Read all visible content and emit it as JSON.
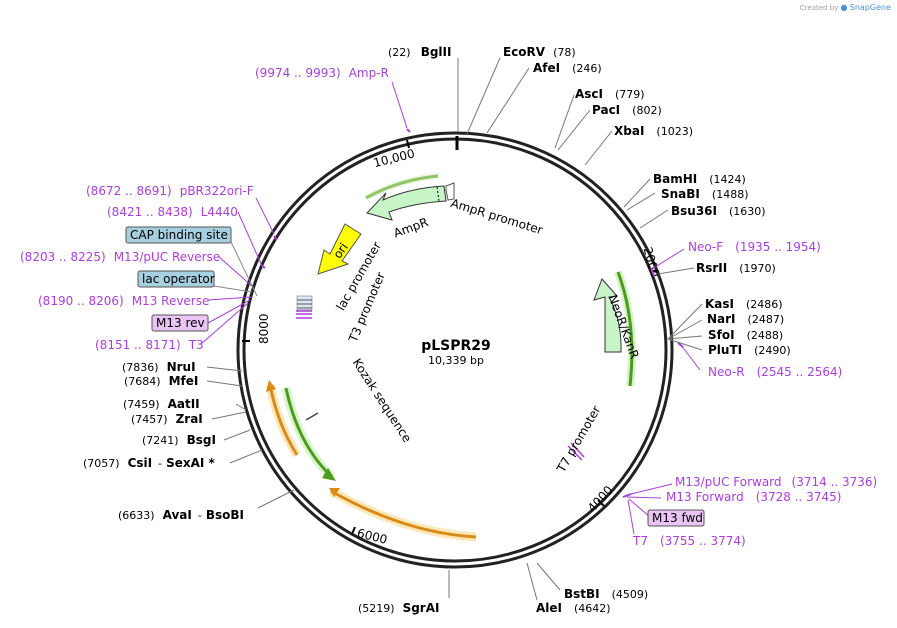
{
  "brand": {
    "prefix": "Created by",
    "name": "SnapGene"
  },
  "map": {
    "name": "pLSPR29",
    "length_label": "10,339 bp"
  },
  "ticks": [
    "10,000",
    "2000",
    "4000",
    "6000",
    "8000"
  ],
  "enzymes": [
    {
      "pos": "(22)",
      "name": "BglII"
    },
    {
      "pos": "(78)",
      "name": "EcoRV"
    },
    {
      "pos": "(246)",
      "name": "AfeI"
    },
    {
      "pos": "(779)",
      "name": "AscI"
    },
    {
      "pos": "(802)",
      "name": "PacI"
    },
    {
      "pos": "(1023)",
      "name": "XbaI"
    },
    {
      "pos": "(1424)",
      "name": "BamHI"
    },
    {
      "pos": "(1488)",
      "name": "SnaBI"
    },
    {
      "pos": "(1630)",
      "name": "Bsu36I"
    },
    {
      "pos": "(1970)",
      "name": "RsrII"
    },
    {
      "pos": "(2486)",
      "name": "KasI"
    },
    {
      "pos": "(2487)",
      "name": "NarI"
    },
    {
      "pos": "(2488)",
      "name": "SfoI"
    },
    {
      "pos": "(2490)",
      "name": "PluTI"
    },
    {
      "pos": "(4509)",
      "name": "BstBI"
    },
    {
      "pos": "(4642)",
      "name": "AleI"
    },
    {
      "pos": "(5219)",
      "name": "SgrAI"
    },
    {
      "pos": "(6633)",
      "name": "AvaI",
      "extra": "BsoBI"
    },
    {
      "pos": "(7057)",
      "name": "CsiI",
      "extra": "SexAI *"
    },
    {
      "pos": "(7241)",
      "name": "BsgI"
    },
    {
      "pos": "(7457)",
      "name": "ZraI"
    },
    {
      "pos": "(7459)",
      "name": "AatII"
    },
    {
      "pos": "(7684)",
      "name": "MfeI"
    },
    {
      "pos": "(7836)",
      "name": "NruI"
    }
  ],
  "primers": [
    {
      "range": "(9974 .. 9993)",
      "name": "Amp-R"
    },
    {
      "range": "(8672 .. 8691)",
      "name": "pBR322ori-F"
    },
    {
      "range": "(8421 .. 8438)",
      "name": "L4440"
    },
    {
      "range": "(8203 .. 8225)",
      "name": "M13/pUC Reverse"
    },
    {
      "range": "(8190 .. 8206)",
      "name": "M13 Reverse"
    },
    {
      "range": "(8151 .. 8171)",
      "name": "T3"
    },
    {
      "range": "(1935 .. 1954)",
      "name": "Neo-F"
    },
    {
      "range": "(2545 .. 2564)",
      "name": "Neo-R"
    },
    {
      "range": "(3714 .. 3736)",
      "name": "M13/pUC Forward"
    },
    {
      "range": "(3728 .. 3745)",
      "name": "M13 Forward"
    },
    {
      "range": "(3755 .. 3774)",
      "name": "T7"
    }
  ],
  "boxed_features": {
    "cap": "CAP binding site",
    "lac_op": "lac operator",
    "m13_rev": "M13 rev",
    "m13_fwd": "M13 fwd"
  },
  "features": {
    "ampr": "AmpR",
    "ampr_promoter": "AmpR promoter",
    "ori": "ori",
    "lac_promoter": "lac promoter",
    "t3_promoter": "T3 promoter",
    "kozak": "Kozak sequence",
    "neor": "NeoR/KanR",
    "t7_promoter": "T7 promoter"
  },
  "colors": {
    "primer": "#a83fd9",
    "ampr": "#c8f5c8",
    "ori": "#ffff00",
    "cds_green": "#4d9a1c",
    "cds_orange": "#d98a17",
    "boxed_blue": "#a6cfe0",
    "boxed_purple": "#e9c4f5"
  }
}
